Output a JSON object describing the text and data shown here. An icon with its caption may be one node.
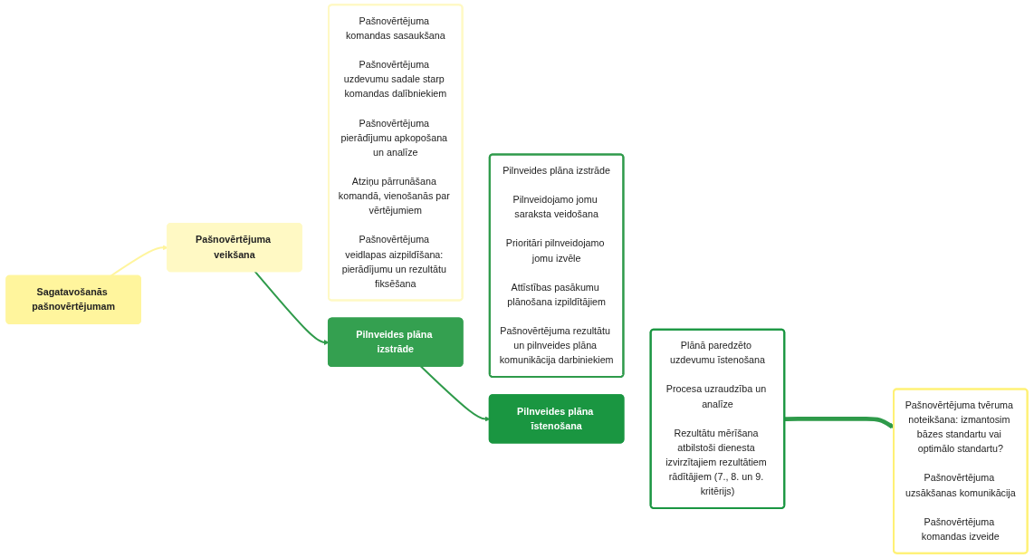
{
  "diagram": {
    "nodes": [
      {
        "text": [
          "Sagatavošanās pašnovērtējumam"
        ]
      },
      {
        "text": [
          "Pašnovērtējuma tvēruma noteikšana: izmantosim bāzes standartu vai optimālo standartu?",
          "Pašnovērtējuma uzsākšanas komunikācija",
          "Pašnovērtējuma komandas izveide"
        ]
      },
      {
        "text": [
          "Pašnovērtējuma veikšana"
        ]
      },
      {
        "text": [
          "Pašnovērtējuma komandas sasaukšana",
          "Pašnovērtējuma uzdevumu sadale starp komandas dalībniekiem",
          "Pašnovērtējuma pierādījumu apkopošana un analīze",
          "Atziņu pārrunāšana komandā, vienošanās par vērtējumiem",
          "Pašnovērtējuma veidlapas aizpildīšana: pierādījumu un rezultātu fiksēšana"
        ]
      },
      {
        "text": [
          "Pilnveides plāna izstrāde"
        ]
      },
      {
        "text": [
          "Pilnveides plāna izstrāde",
          "Pilnveidojamo jomu saraksta veidošana",
          "Prioritāri pilnveidojamo jomu izvēle",
          "Attīstības pasākumu plānošana izpildītājiem",
          "Pašnovērtējuma rezultātu un pilnveides plāna komunikācija darbiniekiem"
        ]
      },
      {
        "text": [
          "Pilnveides plāna īstenošana"
        ]
      },
      {
        "text": [
          "Plānā paredzēto uzdevumu īstenošana",
          "Procesa uzraudzība un analīze",
          "Rezultātu mērīšana atbilstoši dienesta izvirzītajiem rezultātiem rādītājiem (7., 8. un 9. kritērijs)"
        ]
      }
    ],
    "edges": [
      {
        "from": 0,
        "to": 2,
        "arrow": "to",
        "color": "#fff59d"
      },
      {
        "from": 2,
        "to": 4,
        "arrow": "to"
      },
      {
        "from": 4,
        "to": 6,
        "arrow": "to"
      },
      {
        "from": 7,
        "to": 1,
        "arrow": "to",
        "style": "thick"
      }
    ]
  }
}
